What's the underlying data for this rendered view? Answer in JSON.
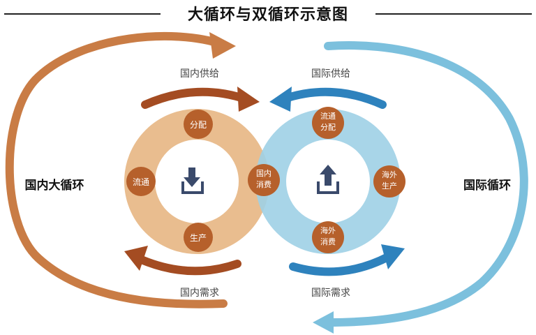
{
  "title": "大循环与双循环示意图",
  "watermark": "",
  "colors": {
    "domestic": "#c97c45",
    "domestic_ring": "#e8b989",
    "domestic_dark": "#a44c22",
    "international": "#6fb8d8",
    "international_ring": "#9fd0e6",
    "international_dark": "#2e82bd",
    "node_fill": "#b6602b",
    "icon": "#3a4a6b"
  },
  "left_cycle": {
    "label": "国内大循环",
    "top_arrow_label": "国内供给",
    "bottom_arrow_label": "国内需求",
    "nodes": {
      "top": [
        "分配"
      ],
      "left": [
        "流通"
      ],
      "bottom": [
        "生产"
      ],
      "shared": [
        "国内",
        "消费"
      ]
    },
    "icon": "download-tray-icon"
  },
  "right_cycle": {
    "label": "国际循环",
    "top_arrow_label": "国际供给",
    "bottom_arrow_label": "国际需求",
    "nodes": {
      "top": [
        "流通",
        "分配"
      ],
      "right": [
        "海外",
        "生产"
      ],
      "bottom": [
        "海外",
        "消费"
      ]
    },
    "icon": "upload-tray-icon"
  }
}
